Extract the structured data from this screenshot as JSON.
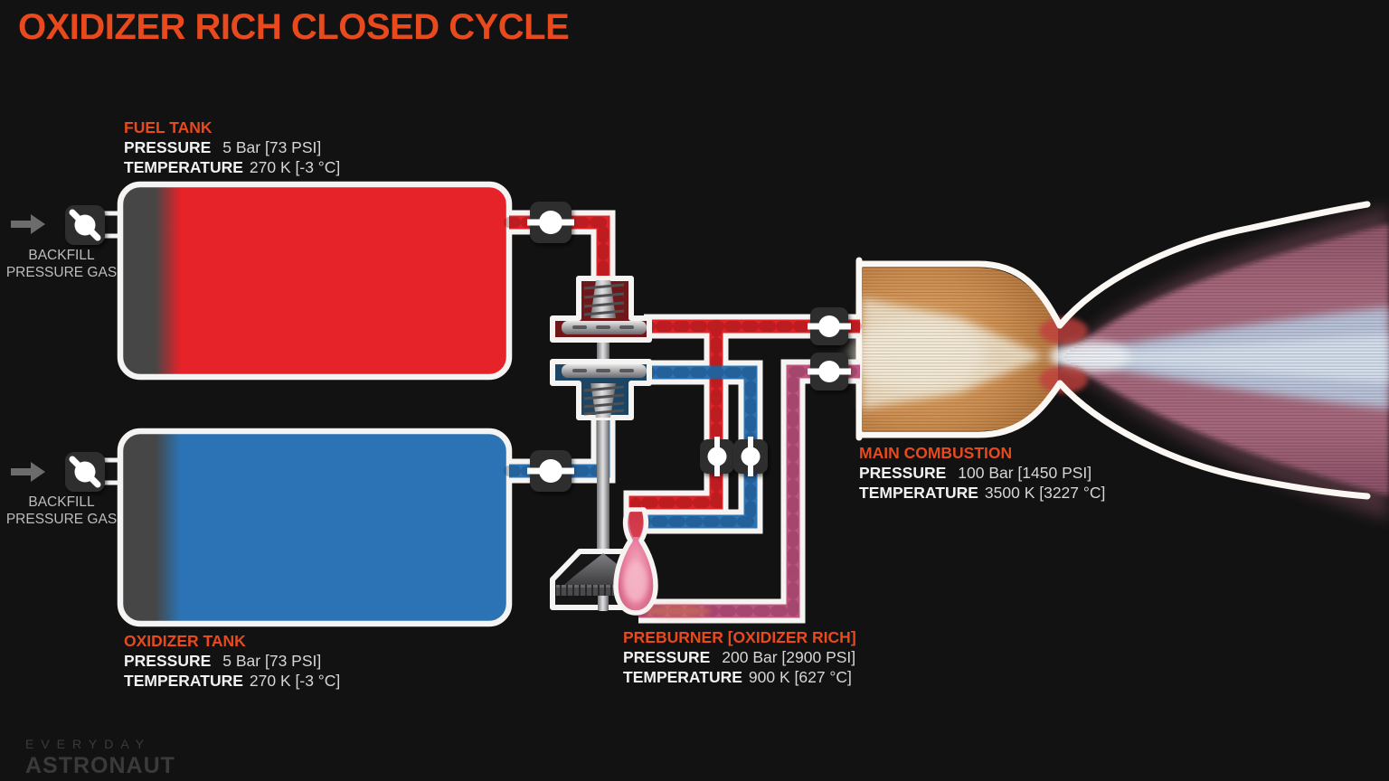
{
  "title": "OXIDIZER RICH CLOSED CYCLE",
  "colors": {
    "background": "#121212",
    "accent_orange": "#E8491D",
    "fuel_red": "#E02328",
    "oxidizer_blue": "#2C73B5",
    "preburner_pink": "#BE5580",
    "pipe_casing": "#F6F4F2",
    "valve_bg": "#2D2D2E",
    "text_primary": "#F1F1F1",
    "text_secondary": "#D6D6D6",
    "text_muted": "#BDBDBD",
    "logo_gray": "#3A3A3A"
  },
  "fuel_tank": {
    "title": "FUEL TANK",
    "pressure_label": "PRESSURE",
    "pressure_value": "5 Bar [73 PSI]",
    "temperature_label": "TEMPERATURE",
    "temperature_value": "270 K [-3 °C]"
  },
  "oxidizer_tank": {
    "title": "OXIDIZER TANK",
    "pressure_label": "PRESSURE",
    "pressure_value": "5 Bar [73 PSI]",
    "temperature_label": "TEMPERATURE",
    "temperature_value": "270 K [-3 °C]"
  },
  "main_combustion": {
    "title": "MAIN COMBUSTION",
    "pressure_label": "PRESSURE",
    "pressure_value": "100 Bar [1450 PSI]",
    "temperature_label": "TEMPERATURE",
    "temperature_value": "3500 K [3227 °C]"
  },
  "preburner": {
    "title": "PREBURNER [OXIDIZER RICH]",
    "pressure_label": "PRESSURE",
    "pressure_value": "200 Bar [2900 PSI]",
    "temperature_label": "TEMPERATURE",
    "temperature_value": "900 K [627 °C]"
  },
  "backfill_fuel": {
    "line1": "BACKFILL",
    "line2": "PRESSURE GAS"
  },
  "backfill_oxidizer": {
    "line1": "BACKFILL",
    "line2": "PRESSURE GAS"
  },
  "logo": {
    "line1": "EVERYDAY",
    "line2": "ASTRONAUT"
  }
}
